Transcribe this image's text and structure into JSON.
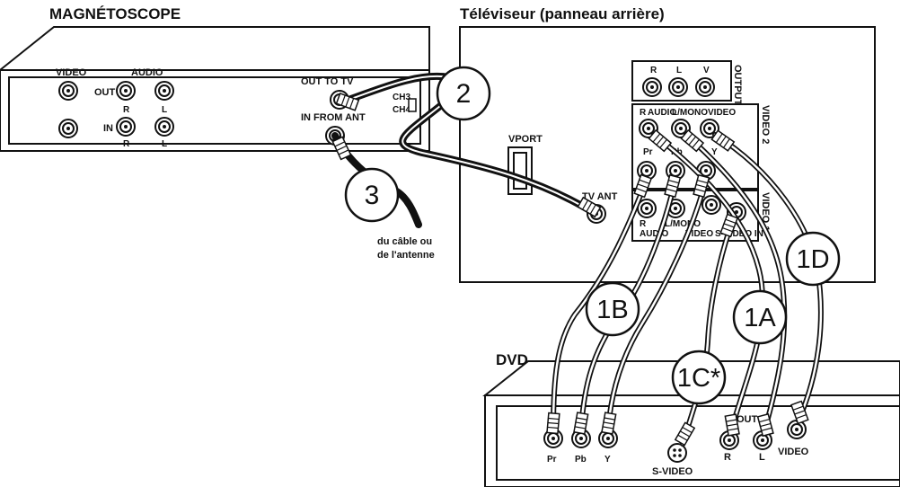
{
  "vcr": {
    "title": "MAGNÉTOSCOPE",
    "video": "VIDEO",
    "audio": "AUDIO",
    "out": "OUT",
    "in": "IN",
    "r1": "R",
    "l1": "L",
    "r2": "R",
    "l2": "L",
    "out_to_tv": "OUT TO TV",
    "in_from_ant": "IN FROM ANT",
    "ch3": "CH3",
    "ch4": "CH4"
  },
  "tv": {
    "title": "Téléviseur (panneau arrière)",
    "vport": "VPORT",
    "tv_ant": "TV ANT",
    "output": "OUTPUT",
    "out_r": "R",
    "out_l": "L",
    "out_v": "V",
    "video2": "VIDEO 2",
    "v2_r": "R",
    "v2_audio": "AUDIO",
    "v2_lmono": "L/MONO",
    "v2_video": "VIDEO",
    "pr": "Pr",
    "pb": "Pb",
    "y": "Y",
    "video1": "VIDEO 1",
    "v1_r": "R",
    "v1_lmono": "L/MONO",
    "v1_audio": "AUDIO",
    "v1_video": "VIDEO",
    "v1_svideo": "S-VIDEO IN"
  },
  "antenna_note": [
    "du câble ou",
    "de l'antenne"
  ],
  "dvd": {
    "title": "DVD",
    "pr": "Pr",
    "pb": "Pb",
    "y": "Y",
    "svideo": "S-VIDEO",
    "out": "OUT",
    "r": "R",
    "l": "L",
    "video": "VIDEO"
  },
  "callouts": {
    "c1a": "1A",
    "c1b": "1B",
    "c1c": "1C*",
    "c1d": "1D",
    "c2": "2",
    "c3": "3"
  }
}
